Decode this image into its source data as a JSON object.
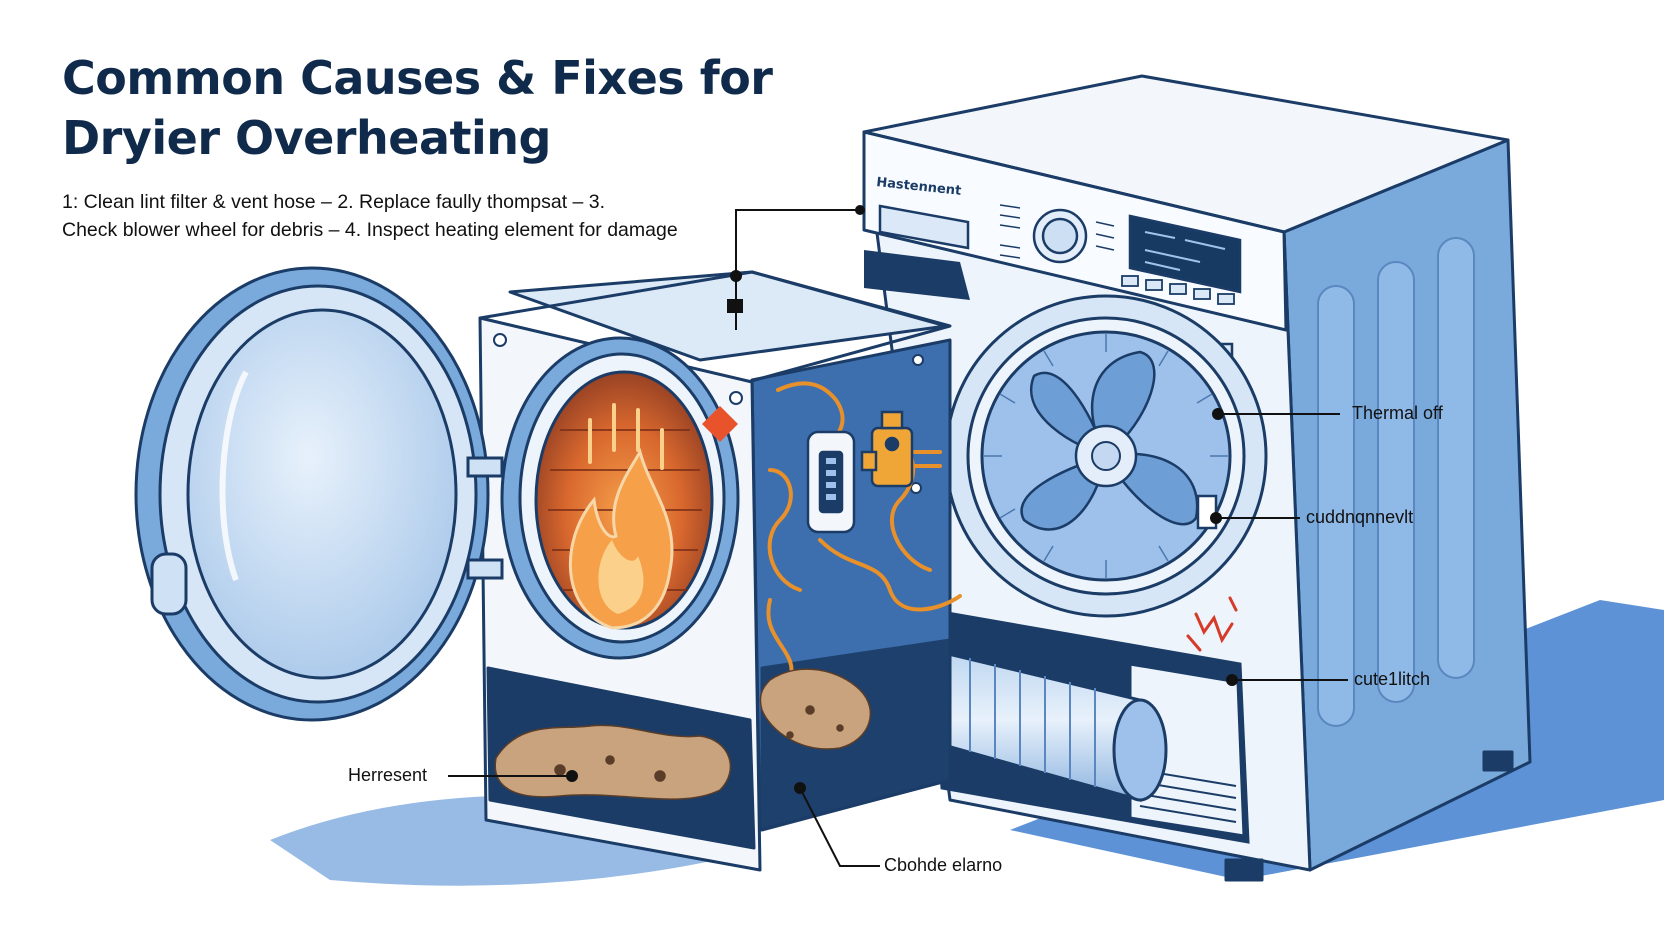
{
  "title": {
    "line1": "Common Causes & Fixes for",
    "line2": "Dryier Overheating"
  },
  "steps": {
    "line1": "1: Clean lint filter & vent hose – 2. Replace faully thompsat – 3.",
    "line2": "Check blower wheel for debris – 4. Inspect heating element for damage"
  },
  "brand_label": "Hastennent",
  "callouts": {
    "thermal": "Thermal off",
    "blower": "cuddnqnnevlt",
    "lint": "cute1litch",
    "heater": "Herresent",
    "debris": "Cbohde elarno"
  },
  "colors": {
    "title": "#0f2a4a",
    "cabinet": "#7aa9dc",
    "panel": "#eef4fb",
    "line": "#1b3c66",
    "flame": "#f08a2a",
    "wire": "#e8902a",
    "shadow": "#5d92d6",
    "debris": "#c9a27e"
  },
  "icons": [
    "flame-icon",
    "fan-icon",
    "thermostat-icon",
    "fuse-icon",
    "warning-diamond-icon",
    "spark-icon"
  ]
}
